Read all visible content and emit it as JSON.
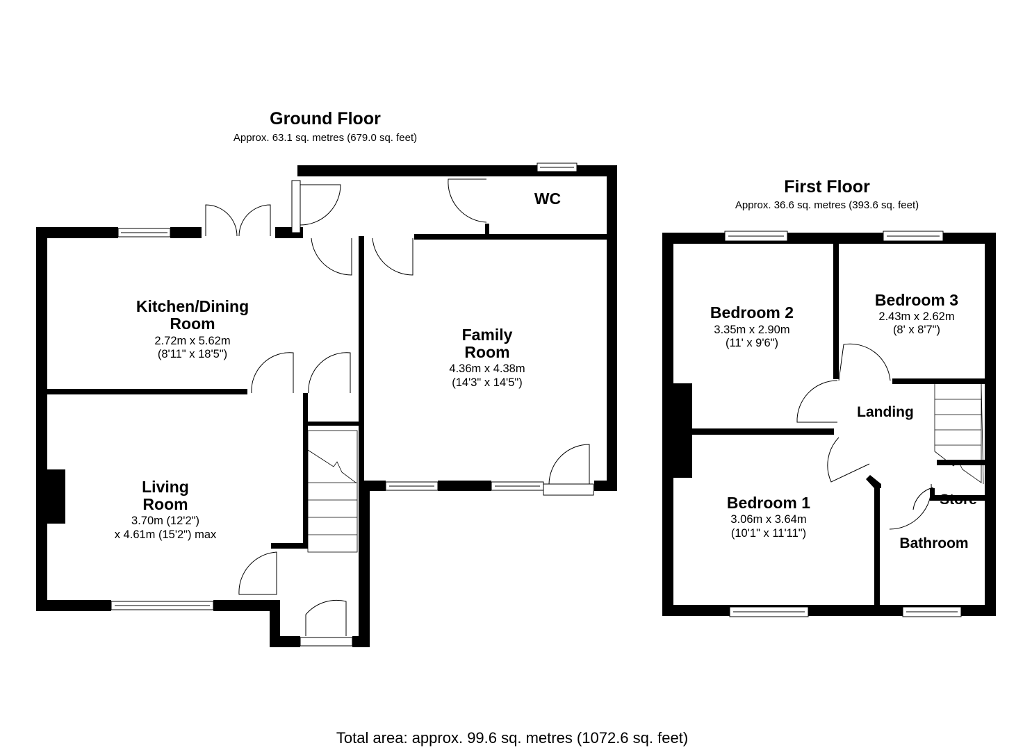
{
  "ground_floor": {
    "title": "Ground Floor",
    "area": "Approx. 63.1 sq. metres (679.0 sq. feet)",
    "rooms": {
      "kitchen": {
        "name1": "Kitchen/Dining",
        "name2": "Room",
        "dim_m": "2.72m x 5.62m",
        "dim_ft": "(8'11\" x 18'5\")"
      },
      "family": {
        "name1": "Family",
        "name2": "Room",
        "dim_m": "4.36m x 4.38m",
        "dim_ft": "(14'3\" x 14'5\")"
      },
      "living": {
        "name1": "Living",
        "name2": "Room",
        "dim_m": "3.70m (12'2\")",
        "dim_ft": "x 4.61m (15'2\") max"
      },
      "wc": {
        "name": "WC"
      }
    }
  },
  "first_floor": {
    "title": "First Floor",
    "area": "Approx. 36.6 sq. metres (393.6 sq. feet)",
    "rooms": {
      "bedroom2": {
        "name": "Bedroom 2",
        "dim_m": "3.35m x 2.90m",
        "dim_ft": "(11' x 9'6\")"
      },
      "bedroom3": {
        "name": "Bedroom 3",
        "dim_m": "2.43m x 2.62m",
        "dim_ft": "(8' x 8'7\")"
      },
      "bedroom1": {
        "name": "Bedroom 1",
        "dim_m": "3.06m x 3.64m",
        "dim_ft": "(10'1\" x 11'11\")"
      },
      "landing": {
        "name": "Landing"
      },
      "store": {
        "name": "Store"
      },
      "bathroom": {
        "name": "Bathroom"
      }
    }
  },
  "total_area": "Total area: approx. 99.6 sq. metres (1072.6 sq. feet)"
}
